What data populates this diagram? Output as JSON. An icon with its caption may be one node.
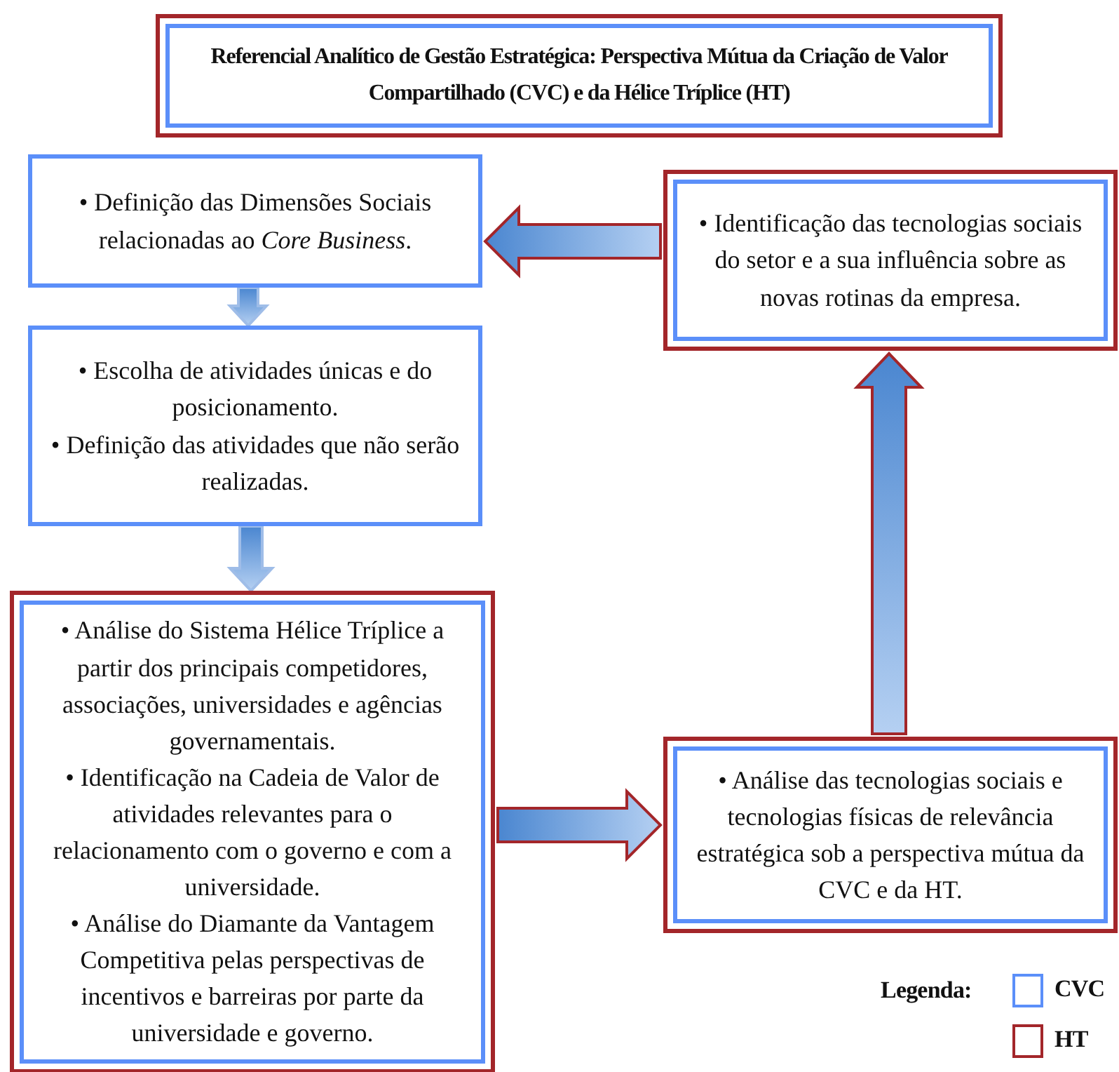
{
  "diagram": {
    "nodes": [
      {
        "text": [
          "Referencial Analítico de Gestão Estratégica: Perspectiva Mútua da Criação de Valor Compartilhado (CVC) e da Hélice Tríplice (HT)"
        ]
      },
      {
        "text": [
          "• Definição das Dimensões Sociais relacionadas ao *Core Business*."
        ]
      },
      {
        "text": [
          "• Escolha de atividades únicas e do posicionamento.",
          "• Definição das atividades que não serão realizadas."
        ]
      },
      {
        "text": [
          "• Análise do Sistema Hélice Tríplice a partir dos principais competidores, associações, universidades e agências governamentais.",
          "• Identificação na Cadeia de Valor de atividades relevantes para o relacionamento com o governo e com a universidade.",
          "• Análise do Diamante da Vantagem Competitiva pelas perspectivas de incentivos e barreiras por parte da universidade e governo."
        ]
      },
      {
        "text": [
          "• Análise das tecnologias sociais e tecnologias físicas de relevância estratégica sob a perspectiva mútua da CVC e da HT."
        ]
      },
      {
        "text": [
          "• Identificação das tecnologias sociais do setor e a sua influência sobre as novas rotinas da empresa."
        ]
      }
    ],
    "edges": [
      {
        "from": 1,
        "to": 2,
        "arrow": "to"
      },
      {
        "from": 2,
        "to": 3,
        "arrow": "to"
      },
      {
        "from": 3,
        "to": 4,
        "arrow": "to"
      },
      {
        "from": 4,
        "to": 5,
        "arrow": "to"
      },
      {
        "from": 5,
        "to": 1,
        "arrow": "to"
      }
    ],
    "labels": [
      "Legenda:"
    ],
    "legend": [
      {
        "text": "CVC",
        "color": "#5b8ff9"
      },
      {
        "text": "HT",
        "color": "#a3262a"
      }
    ]
  }
}
